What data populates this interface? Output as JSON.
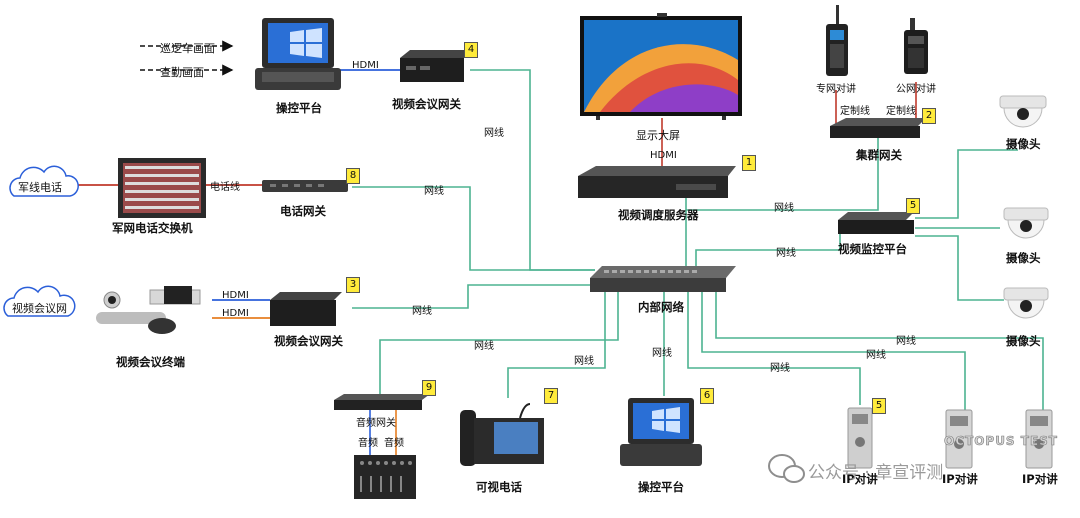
{
  "labels": {
    "patrol_screen": "巡逻车画面",
    "duty_screen": "查勤画面",
    "console_top": "操控平台",
    "vc_gateway_top": "视频会议网关",
    "display": "显示大屏",
    "radio_private": "专网对讲",
    "radio_public": "公网对讲",
    "custom_line_1": "定制线",
    "custom_line_2": "定制线",
    "cluster_gateway": "集群网关",
    "camera_1": "摄像头",
    "camera_2": "摄像头",
    "camera_3": "摄像头",
    "military_phone": "军线电话",
    "military_switch": "军网电话交换机",
    "phone_line": "电话线",
    "phone_gateway": "电话网关",
    "dispatch_server": "视频调度服务器",
    "monitor_platform": "视频监控平台",
    "vc_network": "视频会议网",
    "vc_terminal": "视频会议终端",
    "vc_gateway_mid": "视频会议网关",
    "internal_switch": "内部网络",
    "audio_gateway": "音频网关",
    "audio_1": "音频",
    "audio_2": "音频",
    "video_phone": "可视电话",
    "console_bottom": "操控平台",
    "ip_intercom_1": "IP对讲",
    "ip_intercom_2": "IP对讲",
    "ip_intercom_3": "IP对讲"
  },
  "links": {
    "hdmi_top": "HDMI",
    "hdmi_display": "HDMI",
    "hdmi_vc_1": "HDMI",
    "hdmi_vc_2": "HDMI",
    "net": "网线"
  },
  "badges": {
    "b1": "1",
    "b2": "2",
    "b3": "3",
    "b4": "4",
    "b5a": "5",
    "b5b": "5",
    "b6": "6",
    "b7": "7",
    "b8": "8",
    "b9": "9"
  },
  "watermark": {
    "account": "公众号 · 章宣评测",
    "brand": "OCTOPUS TEST"
  },
  "colors": {
    "network": "#4db391",
    "hdmi": "#2b5fd9",
    "phone": "#c0392b",
    "audio": "#e67e22",
    "badge": "#ffeb3b"
  },
  "icons": [
    "laptop-icon",
    "tv-icon",
    "radio-icon",
    "rack-server-icon",
    "dome-camera-icon",
    "cloud-icon",
    "switchboard-icon",
    "network-switch-icon",
    "conference-camera-icon",
    "audio-mixer-icon",
    "desk-phone-icon",
    "door-intercom-icon",
    "wechat-icon"
  ]
}
